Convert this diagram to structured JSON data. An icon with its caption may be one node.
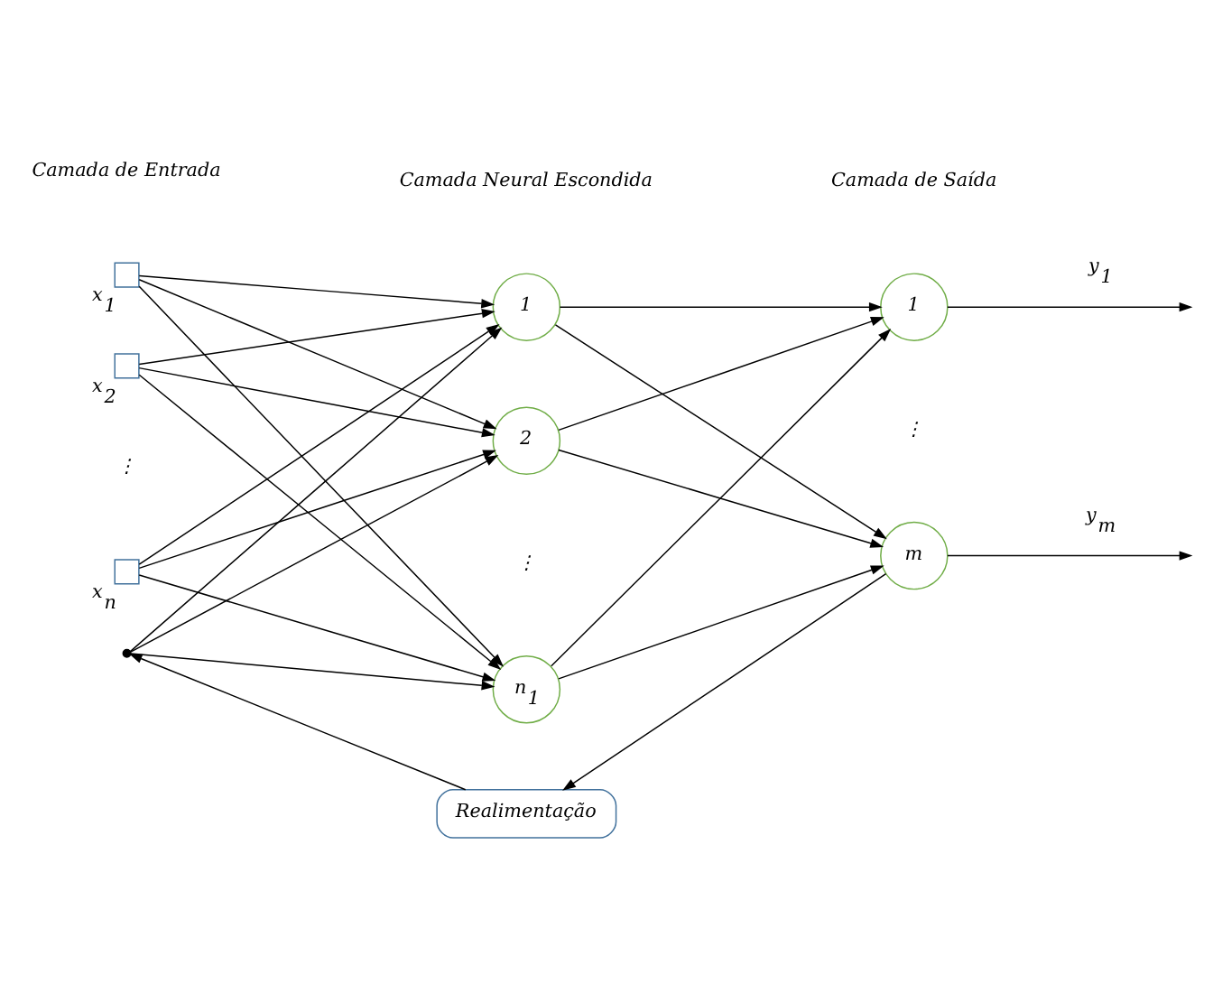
{
  "diagram": {
    "nodes": [
      {
        "text": [],
        "shape": "box",
        "beside": [
          "x$_{1}$"
        ]
      },
      {
        "text": [],
        "shape": "box",
        "beside": [
          "x$_{2}$"
        ]
      },
      {
        "text": [],
        "shape": "box",
        "beside": [
          "x$_{n}$"
        ]
      },
      {
        "text": [
          "1"
        ]
      },
      {
        "text": [
          "2"
        ]
      },
      {
        "text": [
          "n$_{1}$"
        ]
      },
      {
        "text": [
          "1"
        ]
      },
      {
        "text": [
          "m"
        ]
      },
      {
        "text": [],
        "shape": "dot"
      },
      {
        "text": [
          "Realimentação"
        ]
      }
    ],
    "edges": [
      {
        "from": 0,
        "to": 3,
        "arrow": "to"
      },
      {
        "from": 0,
        "to": 4,
        "arrow": "to"
      },
      {
        "from": 0,
        "to": 5,
        "arrow": "to"
      },
      {
        "from": 1,
        "to": 3,
        "arrow": "to"
      },
      {
        "from": 1,
        "to": 4,
        "arrow": "to"
      },
      {
        "from": 1,
        "to": 5,
        "arrow": "to"
      },
      {
        "from": 2,
        "to": 3,
        "arrow": "to"
      },
      {
        "from": 2,
        "to": 4,
        "arrow": "to"
      },
      {
        "from": 2,
        "to": 5,
        "arrow": "to"
      },
      {
        "from": 8,
        "to": 3,
        "arrow": "to"
      },
      {
        "from": 8,
        "to": 4,
        "arrow": "to"
      },
      {
        "from": 8,
        "to": 5,
        "arrow": "to"
      },
      {
        "from": 3,
        "to": 6,
        "arrow": "to"
      },
      {
        "from": 3,
        "to": 7,
        "arrow": "to"
      },
      {
        "from": 4,
        "to": 6,
        "arrow": "to"
      },
      {
        "from": 4,
        "to": 7,
        "arrow": "to"
      },
      {
        "from": 5,
        "to": 6,
        "arrow": "to"
      },
      {
        "from": 5,
        "to": 7,
        "arrow": "to"
      },
      {
        "from": 6,
        "to": null,
        "arrow": "to",
        "label": "y$_{1}$"
      },
      {
        "from": 7,
        "to": null,
        "arrow": "to",
        "label": "y$_{m}$"
      },
      {
        "from": 7,
        "to": 9,
        "arrow": "to"
      },
      {
        "from": 9,
        "to": 8,
        "arrow": "to"
      }
    ],
    "labels": [
      "Camada de Entrada",
      "Camada Neural Escondida",
      "Camada de Saída",
      "⋮",
      "⋮",
      "⋮"
    ]
  }
}
